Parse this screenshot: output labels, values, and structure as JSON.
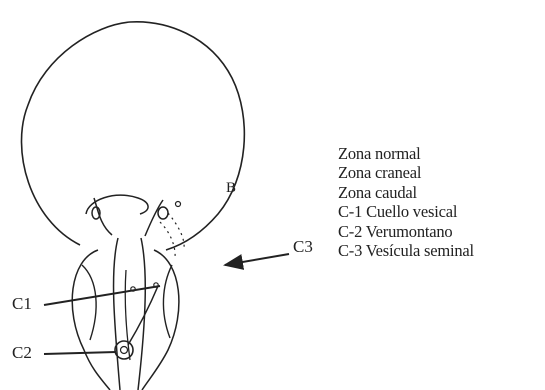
{
  "diagram": {
    "legend": [
      "Zona normal",
      "Zona craneal",
      "Zona caudal",
      "C-1 Cuello vesical",
      "C-2 Verumontano",
      "C-3 Vesícula seminal"
    ],
    "labels": {
      "c1": "C1",
      "c2": "C2",
      "c3": "C3",
      "b": "B"
    }
  }
}
